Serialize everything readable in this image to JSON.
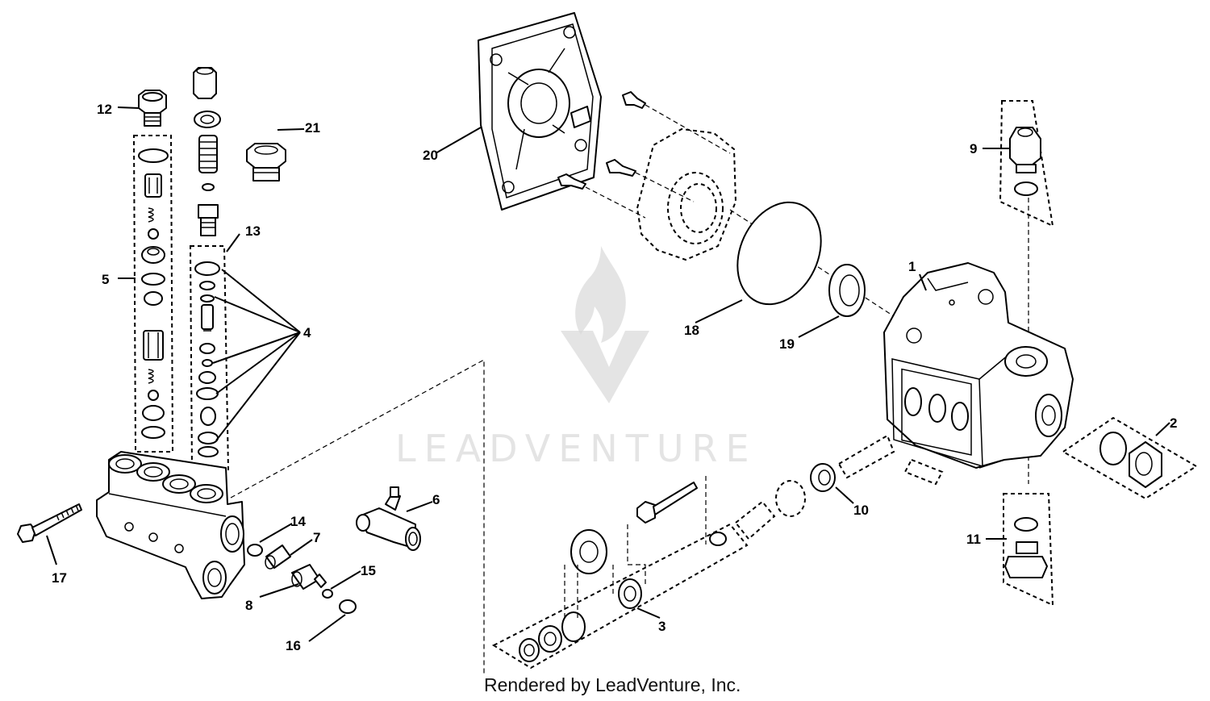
{
  "callouts": {
    "c1": "1",
    "c2": "2",
    "c3": "3",
    "c4": "4",
    "c5": "5",
    "c6": "6",
    "c7": "7",
    "c8": "8",
    "c9": "9",
    "c10": "10",
    "c11": "11",
    "c12": "12",
    "c13": "13",
    "c14": "14",
    "c15": "15",
    "c16": "16",
    "c17": "17",
    "c18": "18",
    "c19": "19",
    "c20": "20",
    "c21": "21"
  },
  "watermark": {
    "text": "LEADVENTURE"
  },
  "footer": {
    "credit": "Rendered by LeadVenture, Inc."
  }
}
